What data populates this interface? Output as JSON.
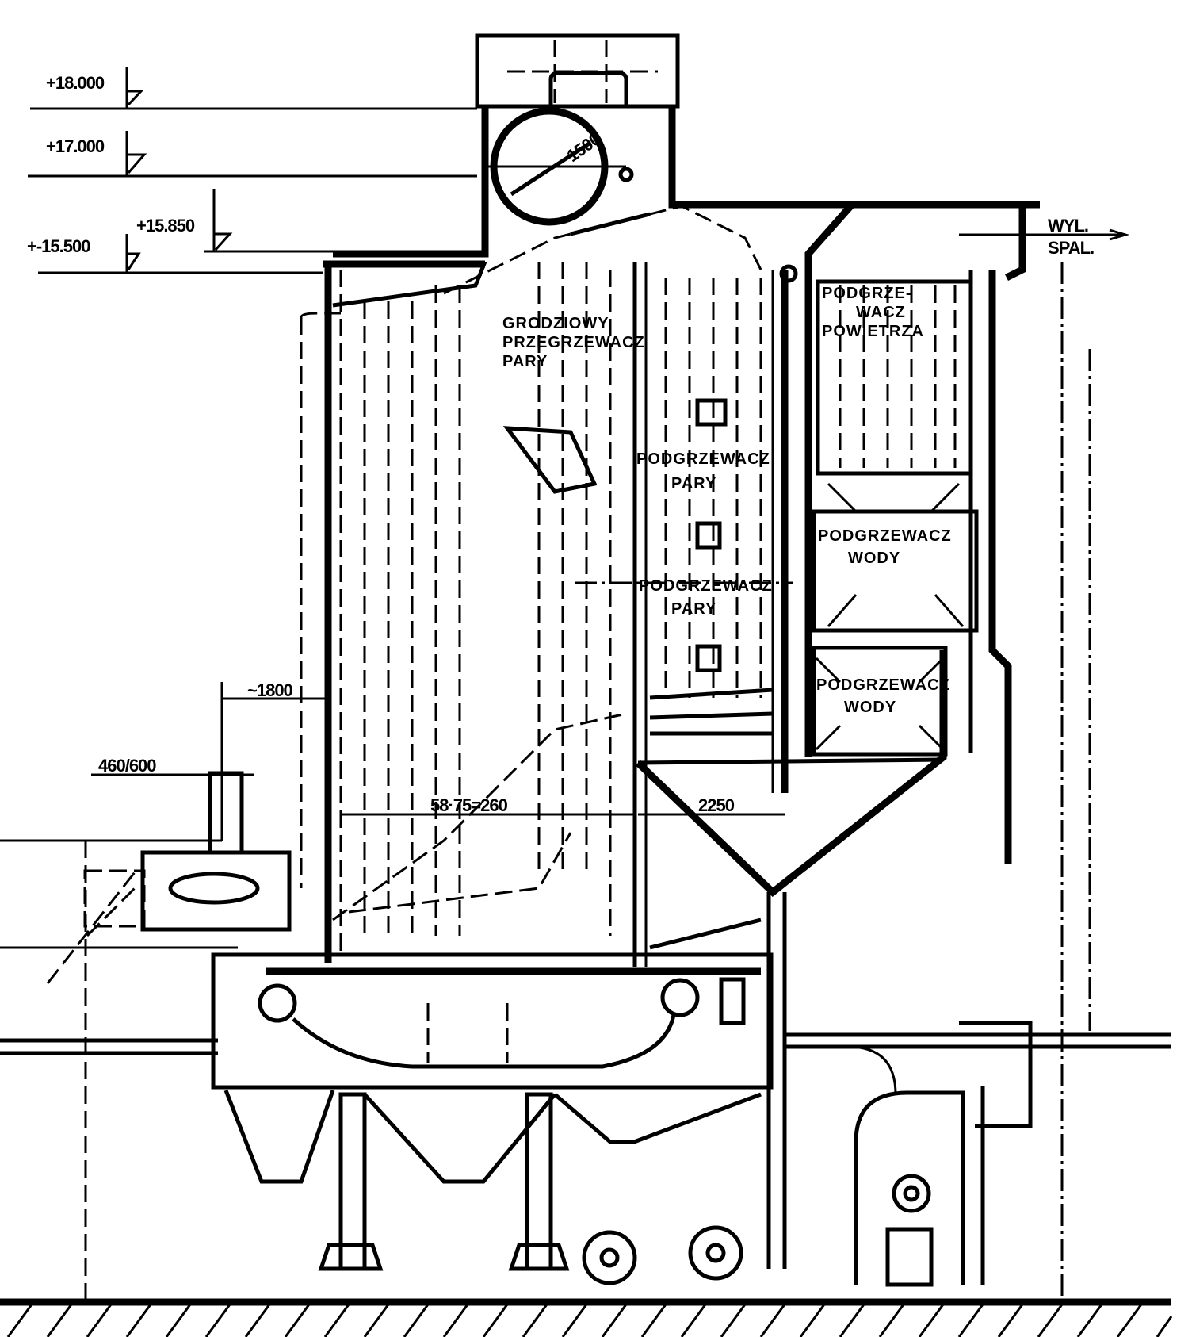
{
  "drawing": {
    "elevations": [
      "+18.000",
      "+17.000",
      "+15.850",
      "+-15.500"
    ],
    "dimensions": {
      "drum_diameter": "1500",
      "offset": "~1800",
      "feeder": "460/600",
      "tube_pitch": "58·75=260",
      "hopper": "2250"
    },
    "labels": {
      "platen_superheater": [
        "GRODZIOWY",
        "PRZEGRZEWACZ",
        "PARY"
      ],
      "steam_heater_1": [
        "PODGRZEWACZ",
        "PARY"
      ],
      "steam_heater_2": [
        "PODGRZEWACZ",
        "PARY"
      ],
      "air_heater": [
        "PODGRZE-",
        "WACZ",
        "POWIETRZA"
      ],
      "water_heater_1": [
        "PODGRZEWACZ",
        "WODY"
      ],
      "water_heater_2": [
        "PODGRZEWACZ",
        "WODY"
      ],
      "flue_outlet": [
        "WYL.",
        "SPAL."
      ]
    }
  }
}
